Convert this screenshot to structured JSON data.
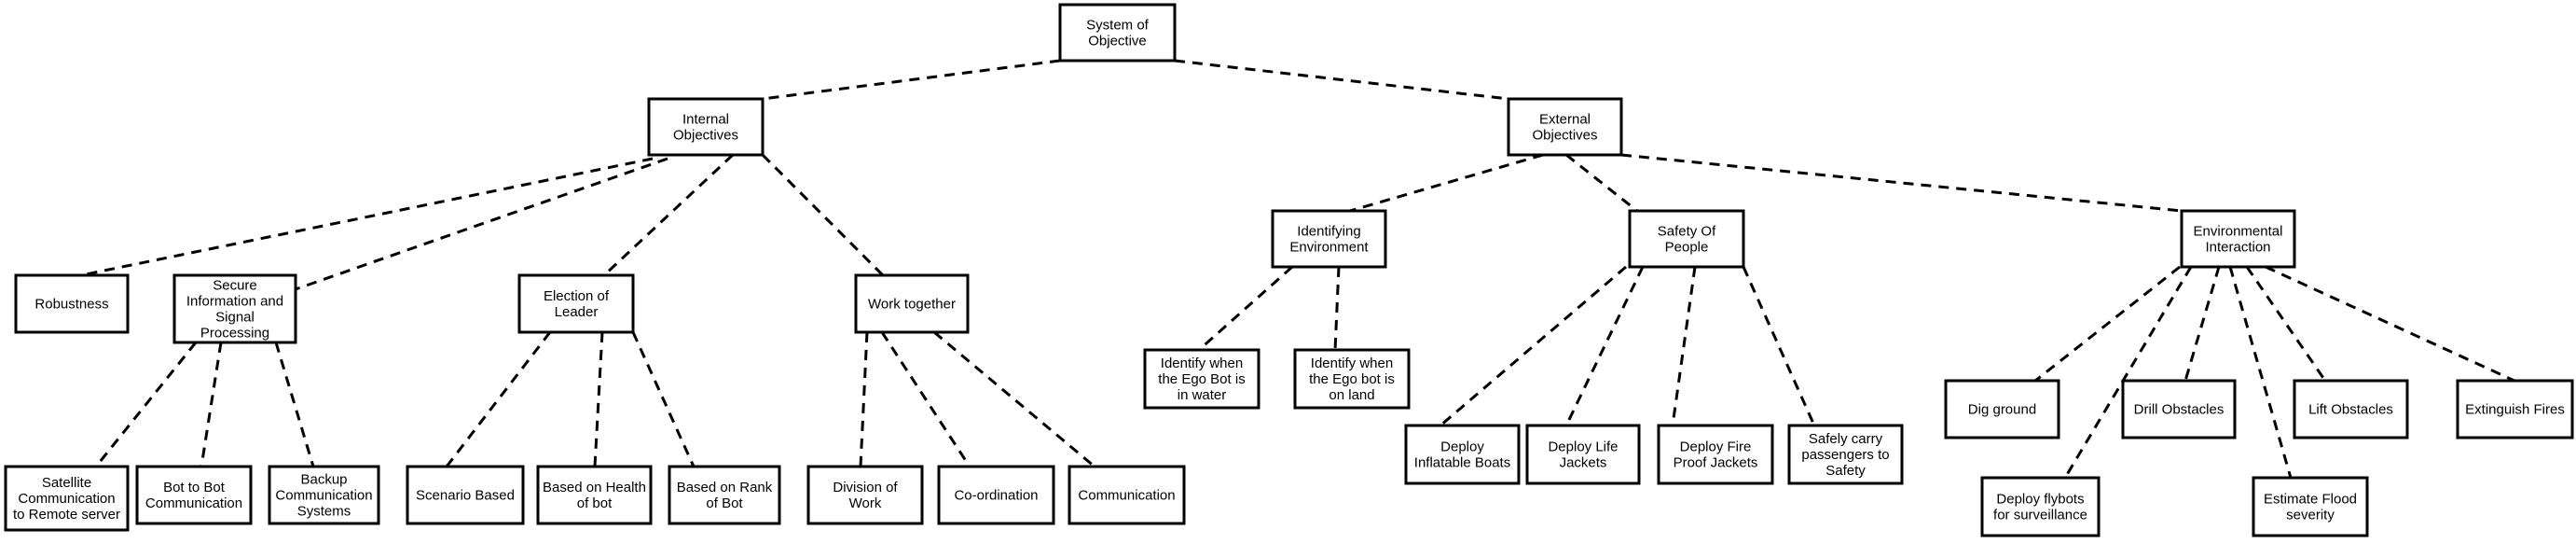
{
  "diagram": {
    "line_color": "#000000",
    "box_color": "#ffffff",
    "nodes": [
      {
        "id": "root",
        "label": "System of\nObjective"
      },
      {
        "id": "internal",
        "label": "Internal\nObjectives"
      },
      {
        "id": "external",
        "label": "External\nObjectives"
      },
      {
        "id": "robustness",
        "label": "Robustness"
      },
      {
        "id": "secure",
        "label": "Secure\nInformation and\nSignal\nProcessing"
      },
      {
        "id": "election",
        "label": "Election of\nLeader"
      },
      {
        "id": "work-together",
        "label": "Work together"
      },
      {
        "id": "satellite",
        "label": "Satellite\nCommunication\nto Remote server"
      },
      {
        "id": "bot-to-bot",
        "label": "Bot to Bot\nCommunication"
      },
      {
        "id": "backup",
        "label": "Backup\nCommunication\nSystems"
      },
      {
        "id": "scenario",
        "label": "Scenario Based"
      },
      {
        "id": "health",
        "label": "Based on Health\nof bot"
      },
      {
        "id": "rank",
        "label": "Based on Rank\nof Bot"
      },
      {
        "id": "division",
        "label": "Division of\nWork"
      },
      {
        "id": "coordination",
        "label": "Co-ordination"
      },
      {
        "id": "communication",
        "label": "Communication"
      },
      {
        "id": "identifying",
        "label": "Identifying\nEnvironment"
      },
      {
        "id": "safety",
        "label": "Safety Of\nPeople"
      },
      {
        "id": "environmental",
        "label": "Environmental\nInteraction"
      },
      {
        "id": "water",
        "label": "Identify when\nthe Ego Bot is\nin water"
      },
      {
        "id": "land",
        "label": "Identify when\nthe Ego bot is\non land"
      },
      {
        "id": "boats",
        "label": "Deploy\nInflatable Boats"
      },
      {
        "id": "life-jackets",
        "label": "Deploy Life\nJackets"
      },
      {
        "id": "fire-jackets",
        "label": "Deploy Fire\nProof Jackets"
      },
      {
        "id": "carry",
        "label": "Safely carry\npassengers to\nSafety"
      },
      {
        "id": "dig",
        "label": "Dig ground"
      },
      {
        "id": "flybots",
        "label": "Deploy flybots\nfor surveillance"
      },
      {
        "id": "drill",
        "label": "Drill Obstacles"
      },
      {
        "id": "flood",
        "label": "Estimate Flood\nseverity"
      },
      {
        "id": "lift",
        "label": "Lift Obstacles"
      },
      {
        "id": "extinguish",
        "label": "Extinguish Fires"
      }
    ],
    "edges": [
      [
        "root",
        "internal"
      ],
      [
        "root",
        "external"
      ],
      [
        "internal",
        "robustness"
      ],
      [
        "internal",
        "secure"
      ],
      [
        "internal",
        "election"
      ],
      [
        "internal",
        "work-together"
      ],
      [
        "secure",
        "satellite"
      ],
      [
        "secure",
        "bot-to-bot"
      ],
      [
        "secure",
        "backup"
      ],
      [
        "election",
        "scenario"
      ],
      [
        "election",
        "health"
      ],
      [
        "election",
        "rank"
      ],
      [
        "work-together",
        "division"
      ],
      [
        "work-together",
        "coordination"
      ],
      [
        "work-together",
        "communication"
      ],
      [
        "external",
        "identifying"
      ],
      [
        "external",
        "safety"
      ],
      [
        "external",
        "environmental"
      ],
      [
        "identifying",
        "water"
      ],
      [
        "identifying",
        "land"
      ],
      [
        "safety",
        "boats"
      ],
      [
        "safety",
        "life-jackets"
      ],
      [
        "safety",
        "fire-jackets"
      ],
      [
        "safety",
        "carry"
      ],
      [
        "environmental",
        "dig"
      ],
      [
        "environmental",
        "flybots"
      ],
      [
        "environmental",
        "drill"
      ],
      [
        "environmental",
        "flood"
      ],
      [
        "environmental",
        "lift"
      ],
      [
        "environmental",
        "extinguish"
      ]
    ]
  }
}
